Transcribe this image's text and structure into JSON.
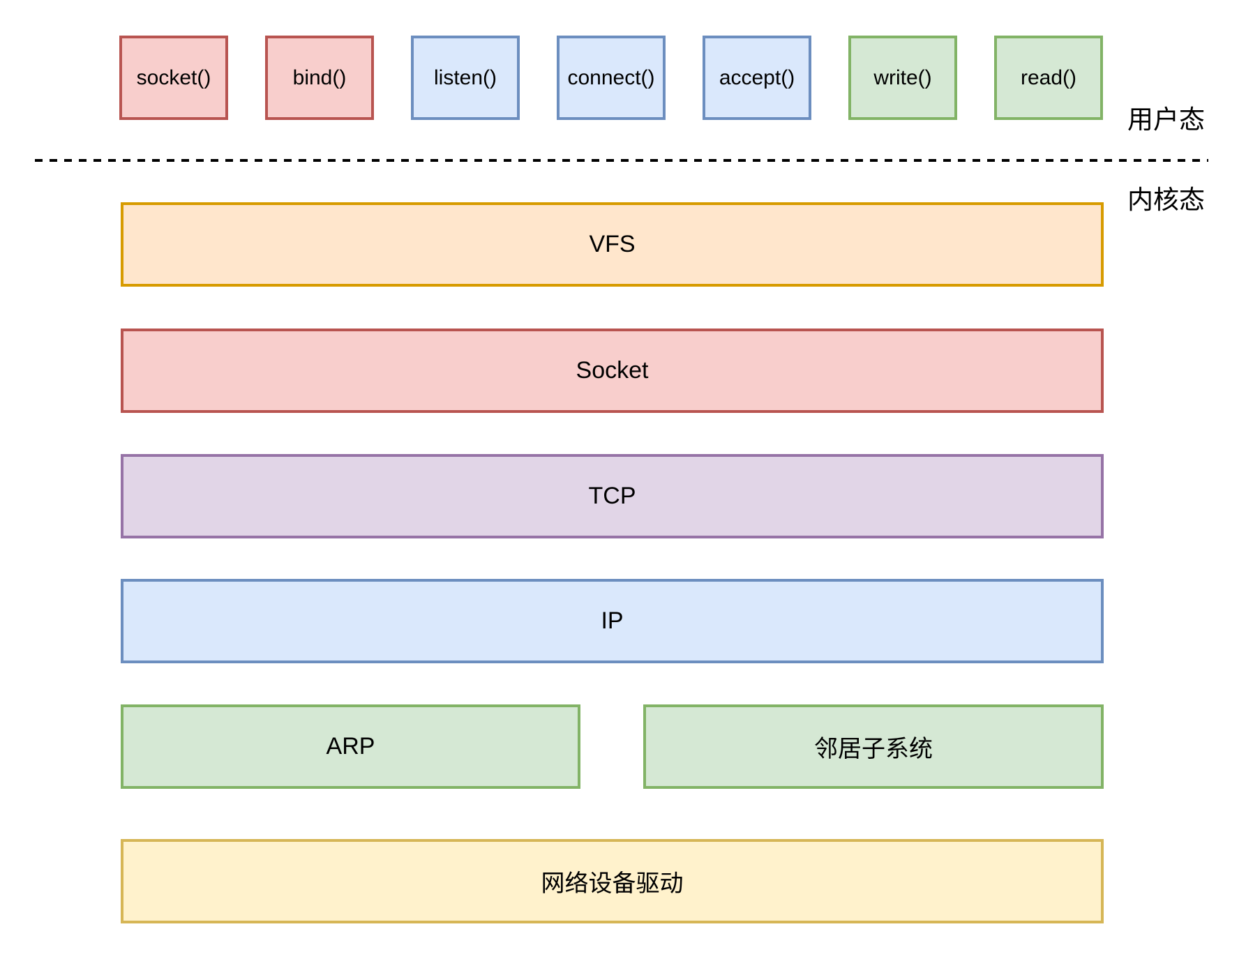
{
  "diagram": {
    "user_mode_label": "用户态",
    "kernel_mode_label": "内核态",
    "syscalls": [
      {
        "name": "socket",
        "label": "socket()",
        "fill": "#F8CECC",
        "stroke": "#B85450"
      },
      {
        "name": "bind",
        "label": "bind()",
        "fill": "#F8CECC",
        "stroke": "#B85450"
      },
      {
        "name": "listen",
        "label": "listen()",
        "fill": "#DAE8FC",
        "stroke": "#6C8EBF"
      },
      {
        "name": "connect",
        "label": "connect()",
        "fill": "#DAE8FC",
        "stroke": "#6C8EBF"
      },
      {
        "name": "accept",
        "label": "accept()",
        "fill": "#DAE8FC",
        "stroke": "#6C8EBF"
      },
      {
        "name": "write",
        "label": "write()",
        "fill": "#D5E8D4",
        "stroke": "#82B366"
      },
      {
        "name": "read",
        "label": "read()",
        "fill": "#D5E8D4",
        "stroke": "#82B366"
      }
    ],
    "layers": [
      {
        "name": "vfs",
        "label": "VFS",
        "fill": "#FFE6CC",
        "stroke": "#D79B00"
      },
      {
        "name": "socket",
        "label": "Socket",
        "fill": "#F8CECC",
        "stroke": "#B85450"
      },
      {
        "name": "tcp",
        "label": "TCP",
        "fill": "#E1D5E7",
        "stroke": "#9673A6"
      },
      {
        "name": "ip",
        "label": "IP",
        "fill": "#DAE8FC",
        "stroke": "#6C8EBF"
      },
      {
        "name": "arp",
        "label": "ARP",
        "fill": "#D5E8D4",
        "stroke": "#82B366"
      },
      {
        "name": "neighbor",
        "label": "邻居子系统",
        "fill": "#D5E8D4",
        "stroke": "#82B366"
      },
      {
        "name": "driver",
        "label": "网络设备驱动",
        "fill": "#FFF2CC",
        "stroke": "#D6B656"
      }
    ]
  }
}
